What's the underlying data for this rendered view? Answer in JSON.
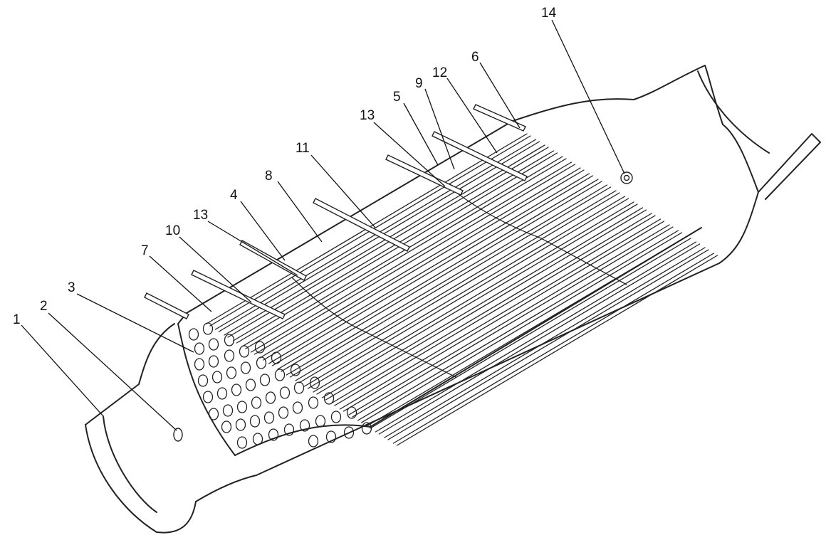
{
  "figure": {
    "callouts": [
      "1",
      "2",
      "3",
      "4",
      "5",
      "6",
      "7",
      "8",
      "9",
      "10",
      "11",
      "12",
      "13",
      "13",
      "14"
    ]
  },
  "colors": {
    "stroke": "#222222",
    "background": "#ffffff"
  }
}
